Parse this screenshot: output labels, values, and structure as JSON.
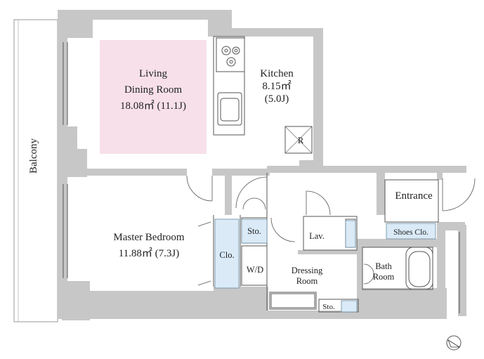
{
  "plan": {
    "balcony": "Balcony",
    "living": {
      "line1": "Living",
      "line2": "Dining Room",
      "area": "18.08㎡ (11.1J)"
    },
    "kitchen": {
      "name": "Kitchen",
      "area": "8.15㎡",
      "tatami": "(5.0J)",
      "fridge": "R"
    },
    "master": {
      "name": "Master Bedroom",
      "area": "11.88㎡ (7.3J)"
    },
    "closet": "Clo.",
    "storage": "Sto.",
    "storage2": "Sto.",
    "wd": "W/D",
    "lav": "Lav.",
    "dressing": {
      "line1": "Dressing",
      "line2": "Room"
    },
    "bath": {
      "line1": "Bath",
      "line2": "Room"
    },
    "entrance": "Entrance",
    "shoes": "Shoes",
    "shoes_clo": "Clo."
  },
  "colors": {
    "wall": "#c7c7c7",
    "living_highlight": "#f7e0ea",
    "storage_blue": "#daeaf7",
    "line": "#555555"
  },
  "compass_icon": "north-arrow-icon"
}
